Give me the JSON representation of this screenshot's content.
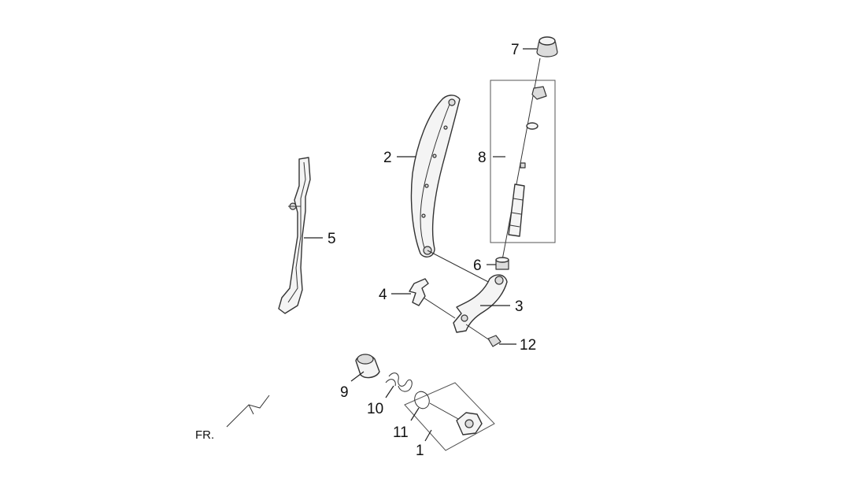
{
  "callouts": [
    {
      "id": "1",
      "text": "1"
    },
    {
      "id": "2",
      "text": "2"
    },
    {
      "id": "3",
      "text": "3"
    },
    {
      "id": "4",
      "text": "4"
    },
    {
      "id": "5",
      "text": "5"
    },
    {
      "id": "6",
      "text": "6"
    },
    {
      "id": "7",
      "text": "7"
    },
    {
      "id": "8",
      "text": "8"
    },
    {
      "id": "9",
      "text": "9"
    },
    {
      "id": "10",
      "text": "10"
    },
    {
      "id": "11",
      "text": "11"
    },
    {
      "id": "12",
      "text": "12"
    }
  ],
  "direction_label": "FR."
}
